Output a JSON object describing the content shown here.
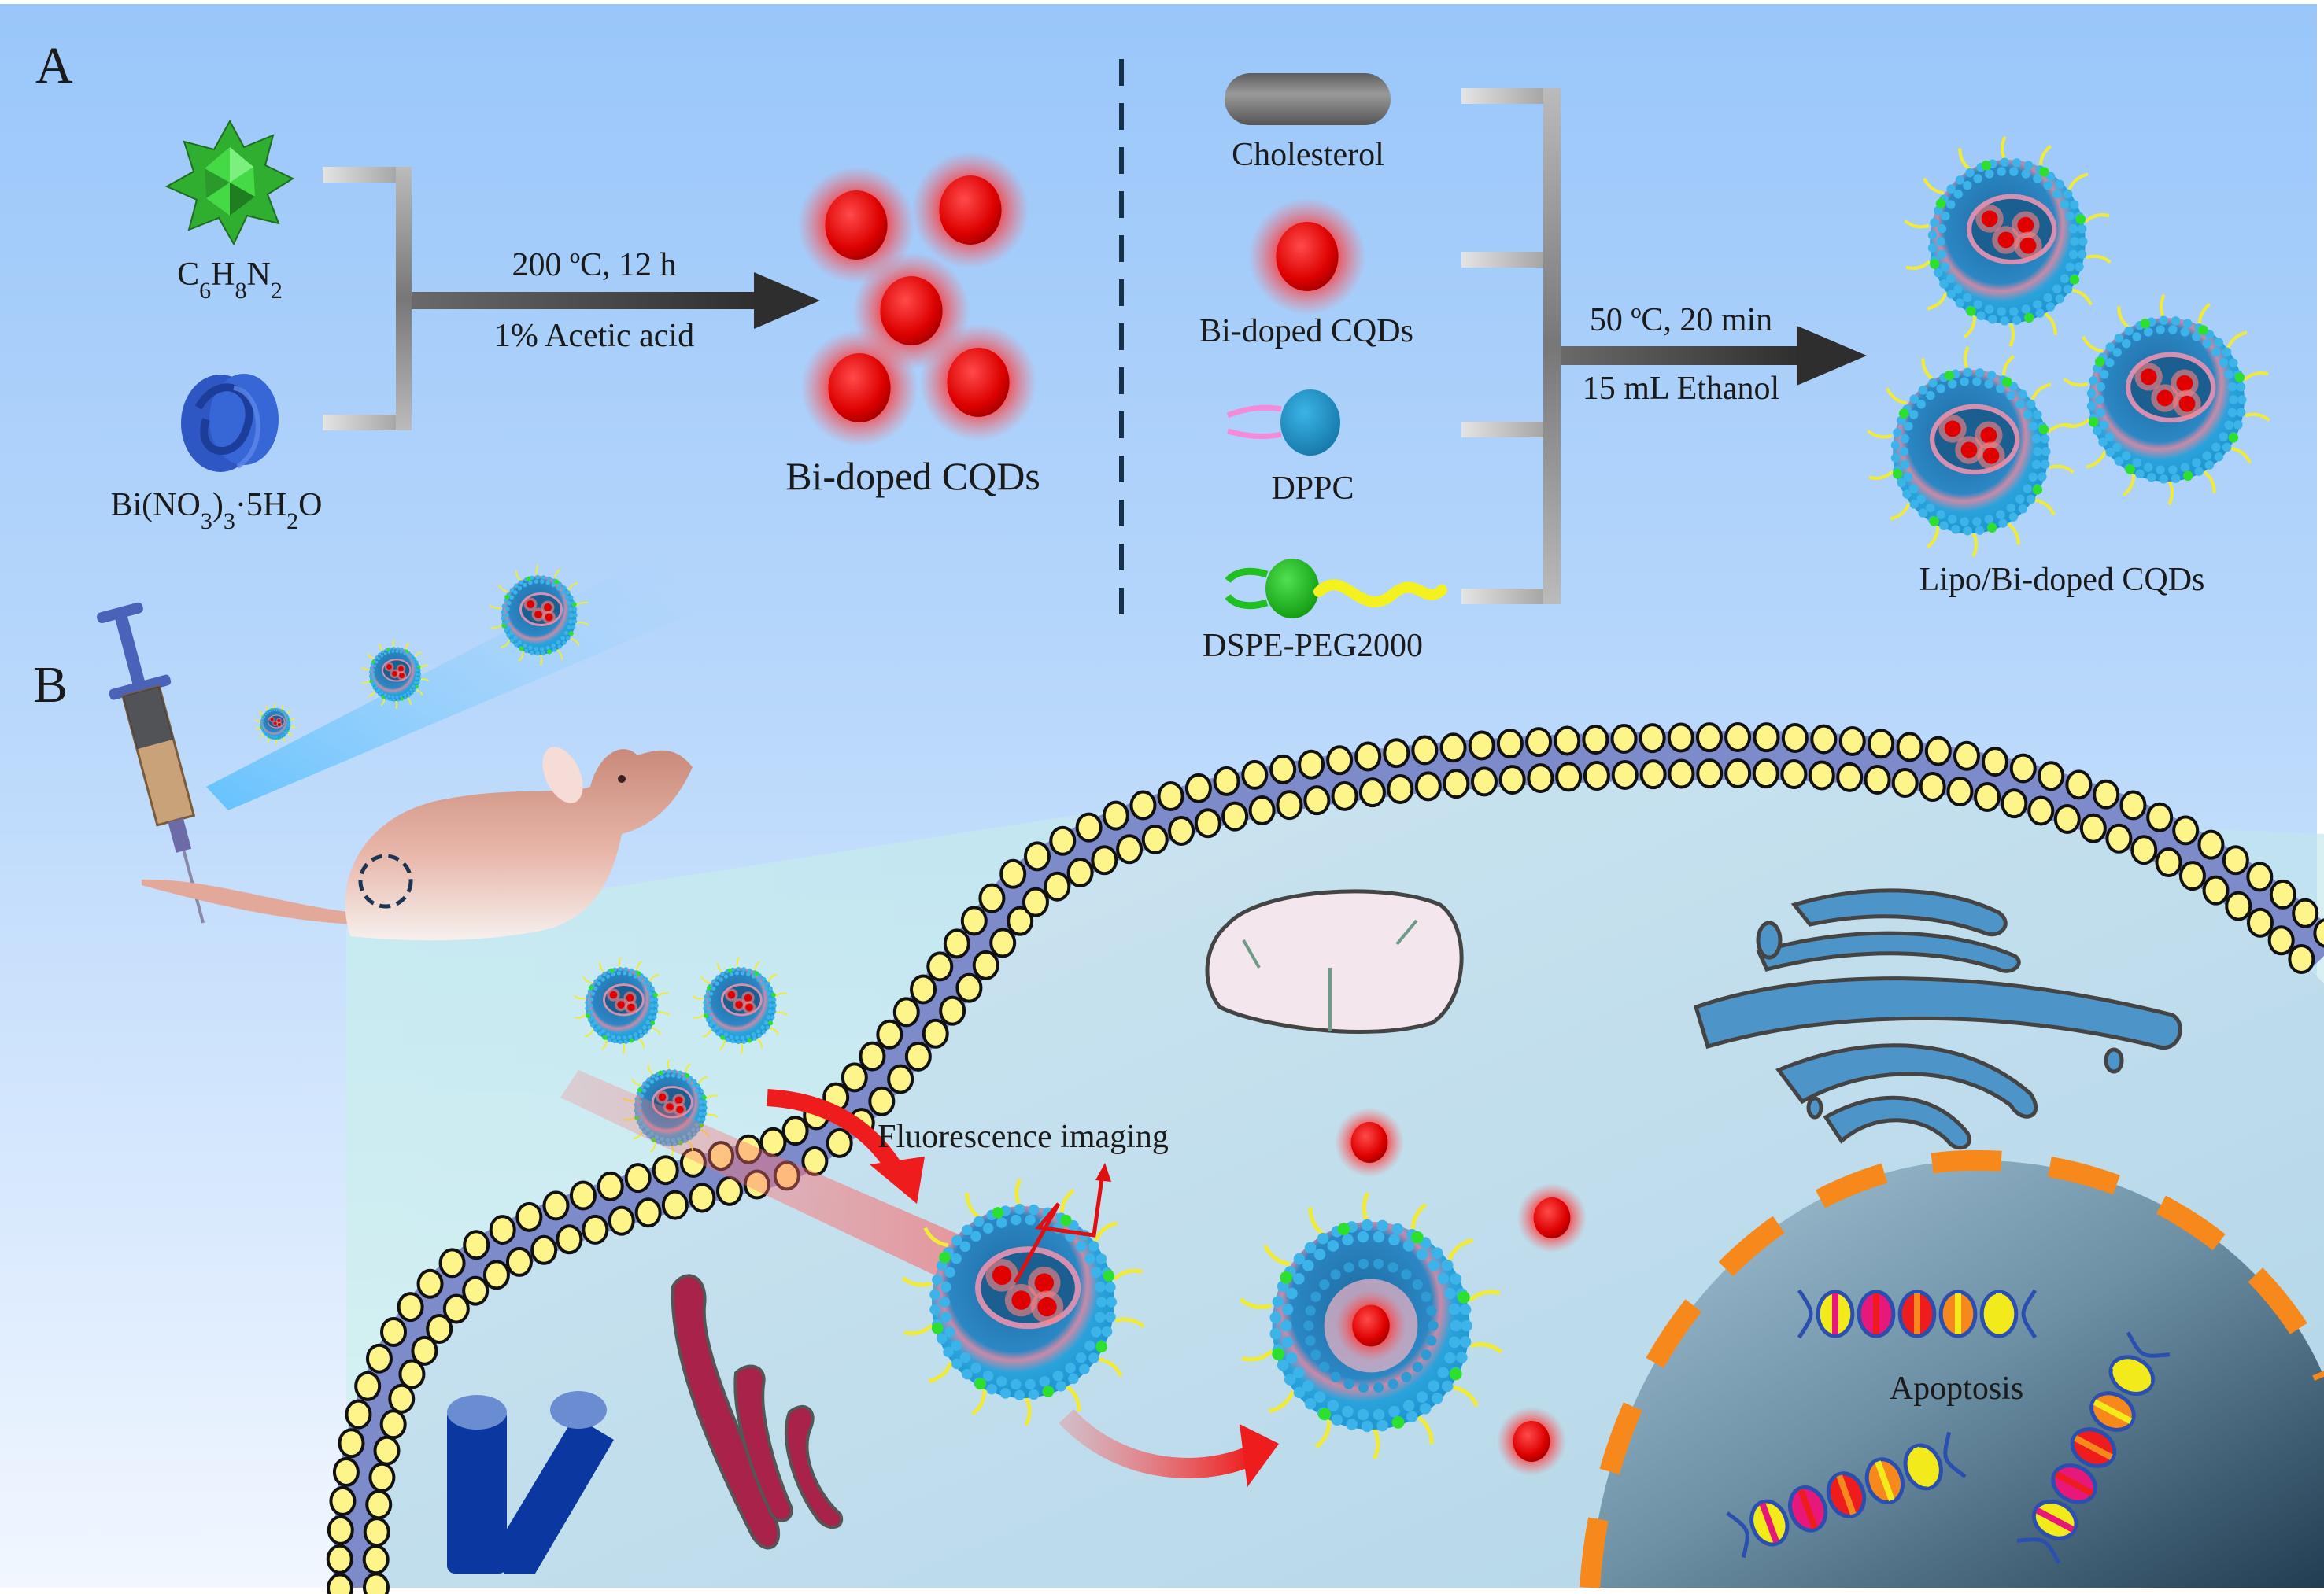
{
  "figure": {
    "panel_a_label": "A",
    "panel_b_label": "B",
    "colors": {
      "bg_top": "#99c6fa",
      "bg_bottom": "#eef5ff",
      "cqd_red": "#e60000",
      "membrane_band": "#7d8bcb",
      "lipid_head": "#fdf58a",
      "liposome_blue": "#2aa3dc",
      "nucleus_dash": "#f7881c",
      "arrow_dark": "#3a3a3a"
    }
  },
  "panel_a": {
    "step1": {
      "reagents": [
        {
          "name": "C6H8N2",
          "icon": "green-polyhedron",
          "formula_parts": [
            [
              "C",
              ""
            ],
            [
              "6",
              "sub"
            ],
            [
              "H",
              ""
            ],
            [
              "8",
              "sub"
            ],
            [
              "N",
              ""
            ],
            [
              "2",
              "sub"
            ]
          ]
        },
        {
          "name": "Bi(NO3)3·5H2O",
          "icon": "blue-knot",
          "formula_parts": [
            [
              "Bi(NO",
              ""
            ],
            [
              "3",
              "sub"
            ],
            [
              ")",
              ""
            ],
            [
              "3",
              "sub"
            ],
            [
              "·5H",
              ""
            ],
            [
              "2",
              "sub"
            ],
            [
              "O",
              ""
            ]
          ]
        }
      ],
      "condition_top": "200 ºC, 12 h",
      "condition_bottom": "1% Acetic acid",
      "product_label": "Bi-doped CQDs",
      "product_count": 5
    },
    "step2": {
      "reagents": [
        {
          "label": "Cholesterol",
          "icon": "gray-capsule"
        },
        {
          "label": "Bi-doped CQDs",
          "icon": "red-cqd"
        },
        {
          "label": "DPPC",
          "icon": "blue-lipid"
        },
        {
          "label": "DSPE-PEG2000",
          "icon": "green-lipid-peg"
        }
      ],
      "condition_top": "50 ºC, 20 min",
      "condition_bottom": "15 mL Ethanol",
      "product_label": "Lipo/Bi-doped CQDs",
      "product_count": 3
    }
  },
  "panel_b": {
    "labels": {
      "fluorescence": "Fluorescence imaging",
      "apoptosis": "Apoptosis"
    },
    "elements": [
      "syringe",
      "nude-mouse",
      "tumor-marker",
      "cell-membrane",
      "mitochondrion",
      "golgi-apparatus",
      "endoplasmic-reticulum",
      "centrioles",
      "nucleus",
      "dna-helices",
      "liposomes",
      "released-cqds",
      "laser-beam"
    ],
    "injected_liposome_count": 3,
    "extracellular_liposome_count": 3,
    "released_cqd_count": 3,
    "dna_helix_count": 3
  }
}
